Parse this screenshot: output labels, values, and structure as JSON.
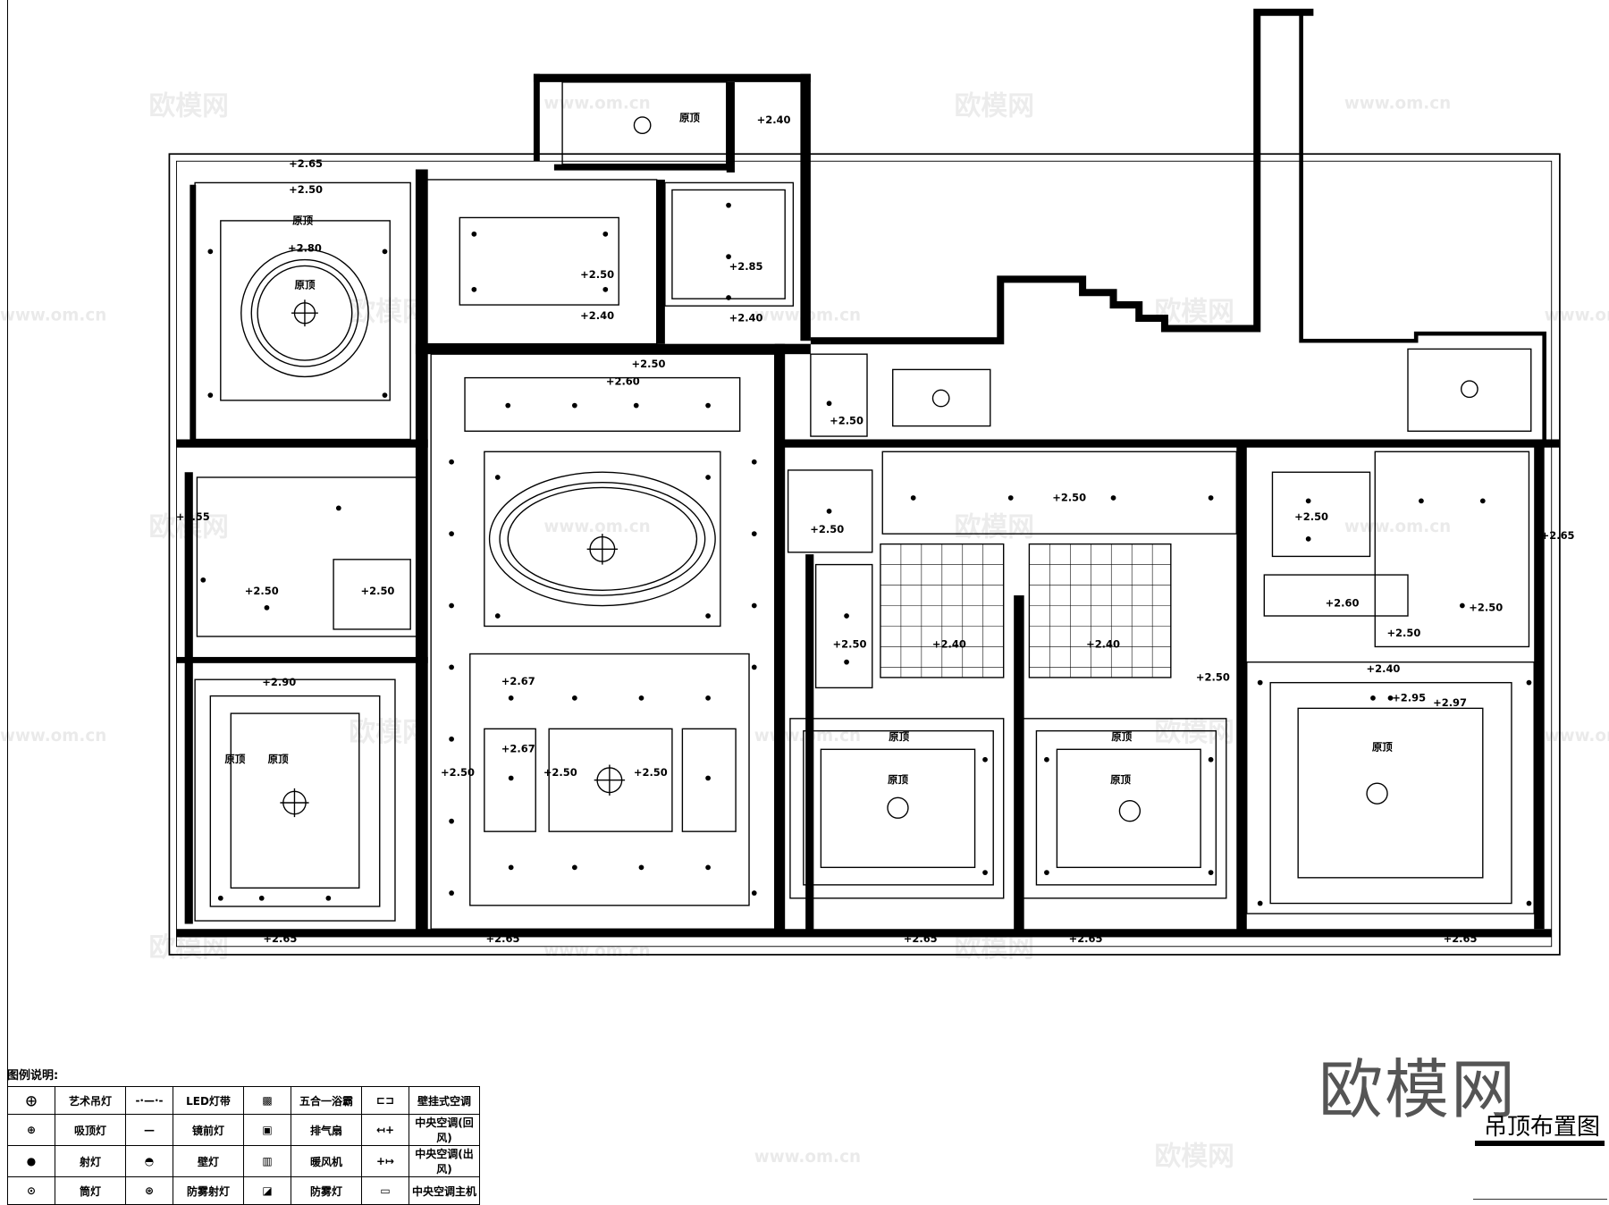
{
  "drawing_title": "吊顶布置图",
  "watermark": {
    "brand": "欧模网",
    "url": "www.om.cn"
  },
  "logo_text": "欧模网",
  "labels": [
    "+2.65",
    "+2.50",
    "原顶",
    "+2.80",
    "原顶",
    "+2.50",
    "+2.40",
    "原顶",
    "+2.40",
    "+2.85",
    "+2.40",
    "+2.50",
    "+2.60",
    "+2.50",
    "+2.55",
    "+2.50",
    "+2.50",
    "+2.50",
    "+2.50",
    "+2.50",
    "+2.65",
    "+2.60",
    "+2.50",
    "+2.50",
    "+2.50",
    "+2.40",
    "+2.40",
    "+2.50",
    "+2.40",
    "+2.95",
    "+2.97",
    "+2.90",
    "+2.67",
    "+2.67",
    "+2.50",
    "+2.50",
    "+2.50",
    "原顶",
    "原顶",
    "原顶",
    "原顶",
    "原顶",
    "原顶",
    "原顶",
    "+2.65",
    "+2.65",
    "+2.65",
    "+2.65",
    "+2.65"
  ],
  "legend": {
    "title": "图例说明:",
    "rows": [
      [
        {
          "icon": "chandelier-icon",
          "label": "艺术吊灯"
        },
        {
          "icon": "led-strip-icon",
          "label": "LED灯带"
        },
        {
          "icon": "bath-heater-icon",
          "label": "五合一浴霸"
        },
        {
          "icon": "wall-ac-icon",
          "label": "壁挂式空调"
        }
      ],
      [
        {
          "icon": "ceiling-light-icon",
          "label": "吸顶灯"
        },
        {
          "icon": "mirror-light-icon",
          "label": "镜前灯"
        },
        {
          "icon": "exhaust-fan-icon",
          "label": "排气扇"
        },
        {
          "icon": "ac-return-icon",
          "label": "中央空调(回风)"
        }
      ],
      [
        {
          "icon": "spotlight-icon",
          "label": "射灯"
        },
        {
          "icon": "wall-lamp-icon",
          "label": "壁灯"
        },
        {
          "icon": "heater-icon",
          "label": "暖风机"
        },
        {
          "icon": "ac-outlet-icon",
          "label": "中央空调(出风)"
        }
      ],
      [
        {
          "icon": "downlight-icon",
          "label": "筒灯"
        },
        {
          "icon": "fog-spotlight-icon",
          "label": "防雾射灯"
        },
        {
          "icon": "fog-light-icon",
          "label": "防雾灯"
        },
        {
          "icon": "ac-main-unit-icon",
          "label": "中央空调主机"
        }
      ]
    ]
  }
}
